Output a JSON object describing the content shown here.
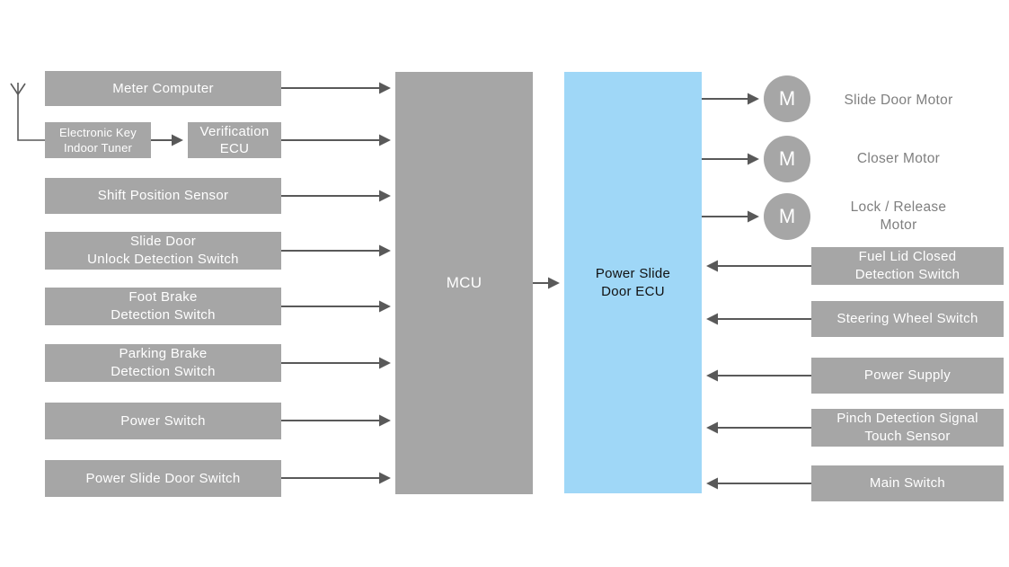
{
  "colors": {
    "box_gray": "#a6a6a6",
    "ecu_blue": "#9fd7f7",
    "connector": "#595959",
    "box_text": "#ffffff",
    "ecu_text": "#111111",
    "motor_label_text": "#7f7f7f"
  },
  "left_inputs": {
    "meter_computer": {
      "label": "Meter Computer"
    },
    "electronic_key_indoor_tuner": {
      "line1": "Electronic Key",
      "line2": "Indoor Tuner"
    },
    "verification_ecu": {
      "line1": "Verification",
      "line2": "ECU"
    },
    "shift_position_sensor": {
      "label": "Shift Position Sensor"
    },
    "slide_door_unlock_detection_switch": {
      "line1": "Slide Door",
      "line2": "Unlock Detection Switch"
    },
    "foot_brake_detection_switch": {
      "line1": "Foot Brake",
      "line2": "Detection Switch"
    },
    "parking_brake_detection_switch": {
      "line1": "Parking Brake",
      "line2": "Detection Switch"
    },
    "power_switch": {
      "label": "Power Switch"
    },
    "power_slide_door_switch": {
      "label": "Power Slide Door Switch"
    }
  },
  "central": {
    "mcu": {
      "label": "MCU"
    },
    "power_slide_door_ecu": {
      "line1": "Power Slide",
      "line2": "Door ECU"
    }
  },
  "motors": {
    "symbol": "M",
    "slide_door_motor": {
      "label": "Slide Door Motor"
    },
    "closer_motor": {
      "label": "Closer Motor"
    },
    "lock_release_motor": {
      "line1": "Lock / Release",
      "line2": "Motor"
    }
  },
  "right_inputs": {
    "fuel_lid_closed_detection_switch": {
      "line1": "Fuel Lid Closed",
      "line2": "Detection Switch"
    },
    "steering_wheel_switch": {
      "label": "Steering Wheel Switch"
    },
    "power_supply": {
      "label": "Power Supply"
    },
    "pinch_detection_signal_touch_sensor": {
      "line1": "Pinch Detection Signal",
      "line2": "Touch Sensor"
    },
    "main_switch": {
      "label": "Main Switch"
    }
  }
}
